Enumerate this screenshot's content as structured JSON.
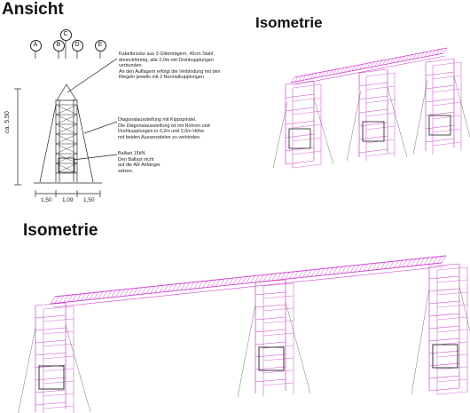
{
  "headings": {
    "view": "Ansicht",
    "iso_top": "Isometrie",
    "iso_bottom": "Isometrie"
  },
  "axes": [
    "A",
    "B",
    "C",
    "D",
    "E"
  ],
  "notes": {
    "bridge": "Kabelbrücke aus 3 Gitterträgern, 45cm Stahl,\ndreieckförmig, alle 2,0m mit Drehkupplungen\nverbunden.\nAn den Auflagern erfolgt die Verbindung mit den\nRiegeln jeweils mit 2 Normalkupplungen",
    "bracing": "Diagonalaussteifung mit Kippspindel.\nDie Diagonalaussteifung ist mit Rohren und\nDrehkupplungen in 0,2m und 2,0m Höhe\nmit beiden Aussenstielen zu verbinden.",
    "ballast": "Ballast 15kN.\nDen Ballast nicht\nauf die AR Anfänger\nsetzen."
  },
  "dimensions": {
    "height": "ca. 5,50",
    "w1": "1,50",
    "w2": "1,09",
    "w3": "1,50"
  },
  "colors": {
    "structure": "#d040d0",
    "line": "#222222",
    "ballast": "#333333"
  }
}
